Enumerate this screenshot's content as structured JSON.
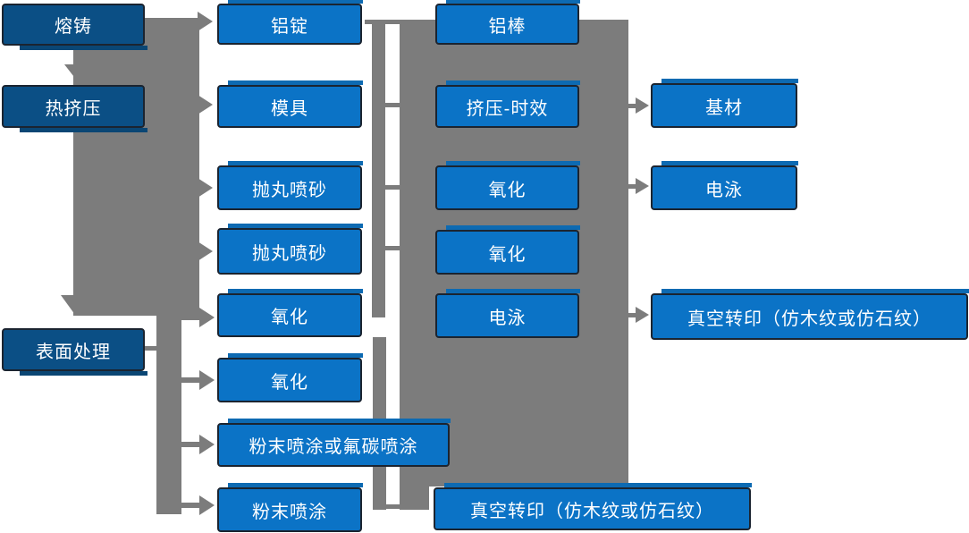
{
  "colors": {
    "node_blue": "#0b73c6",
    "node_blue_shadow": "#0d6ab2",
    "node_dark_blue": "#0b4f85",
    "node_dark_shadow": "#0a4674",
    "connector_gray": "#7c7c7c",
    "node_border": "#1b2430",
    "node_text": "#ffffff",
    "background": "#ffffff"
  },
  "nodes": {
    "col1": [
      "熔铸",
      "热挤压",
      "表面处理"
    ],
    "col2": [
      "铝锭",
      "模具",
      "抛丸喷砂",
      "抛丸喷砂",
      "氧化",
      "氧化",
      "粉末喷涂或氟碳喷涂",
      "粉末喷涂"
    ],
    "col3": [
      "铝棒",
      "挤压-时效",
      "氧化",
      "氧化",
      "电泳"
    ],
    "col4": [
      "基材",
      "电泳",
      "真空转印（仿木纹或仿石纹）"
    ],
    "bottom": [
      "真空转印（仿木纹或仿石纹）"
    ]
  }
}
